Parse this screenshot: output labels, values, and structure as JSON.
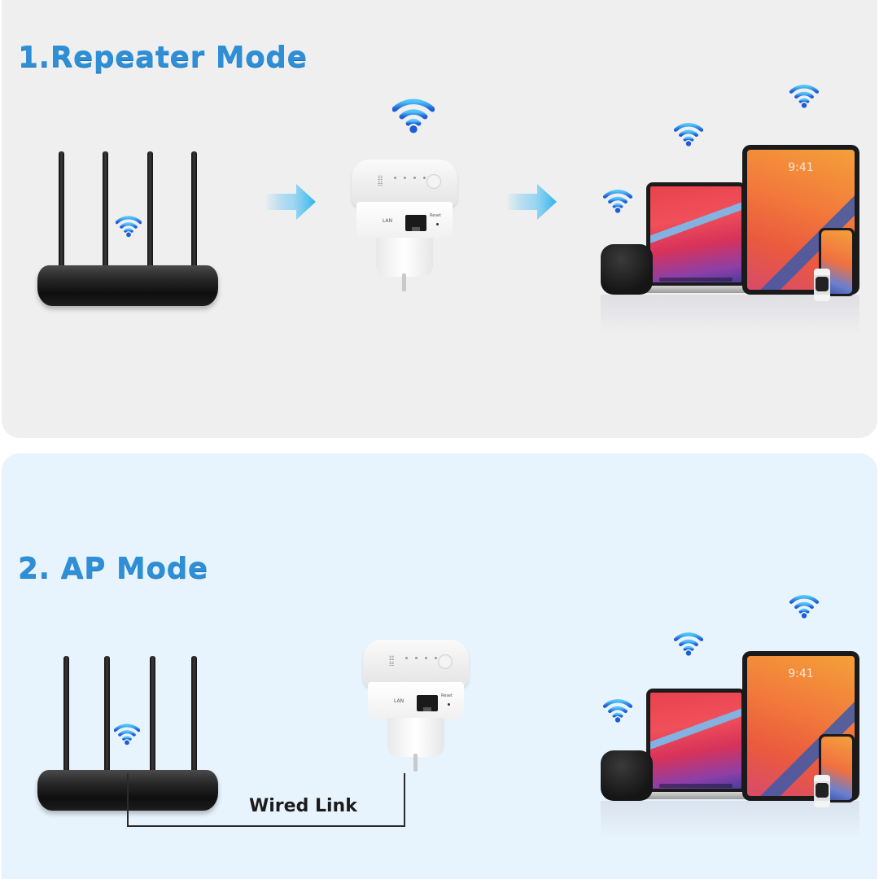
{
  "colors": {
    "title_blue": "#2e8fd6",
    "wifi_light": "#4fc3f7",
    "wifi_dark": "#1e5bd8",
    "panel_repeater_bg": "#efefef",
    "panel_ap_bg": "#e8f4fd",
    "arrow": "#42b8ee"
  },
  "sections": [
    {
      "title": "1.Repeater Mode",
      "router": {
        "icon": "wifi-icon"
      },
      "extender": {
        "lan_label": "LAN",
        "reset_label": "Reset",
        "signal_icon": "wifi-icon"
      },
      "connection": "arrow",
      "devices": {
        "tablet_time": "9:41",
        "items": [
          "smart-speaker",
          "laptop",
          "tablet",
          "smartphone",
          "smartwatch"
        ]
      }
    },
    {
      "title": "2. AP Mode",
      "router": {
        "icon": "wifi-icon"
      },
      "extender": {
        "lan_label": "LAN",
        "reset_label": "Reset"
      },
      "connection": "wired",
      "wired_label": "Wired Link",
      "devices": {
        "tablet_time": "9:41",
        "items": [
          "smart-speaker",
          "laptop",
          "tablet",
          "smartphone",
          "smartwatch"
        ]
      }
    }
  ]
}
